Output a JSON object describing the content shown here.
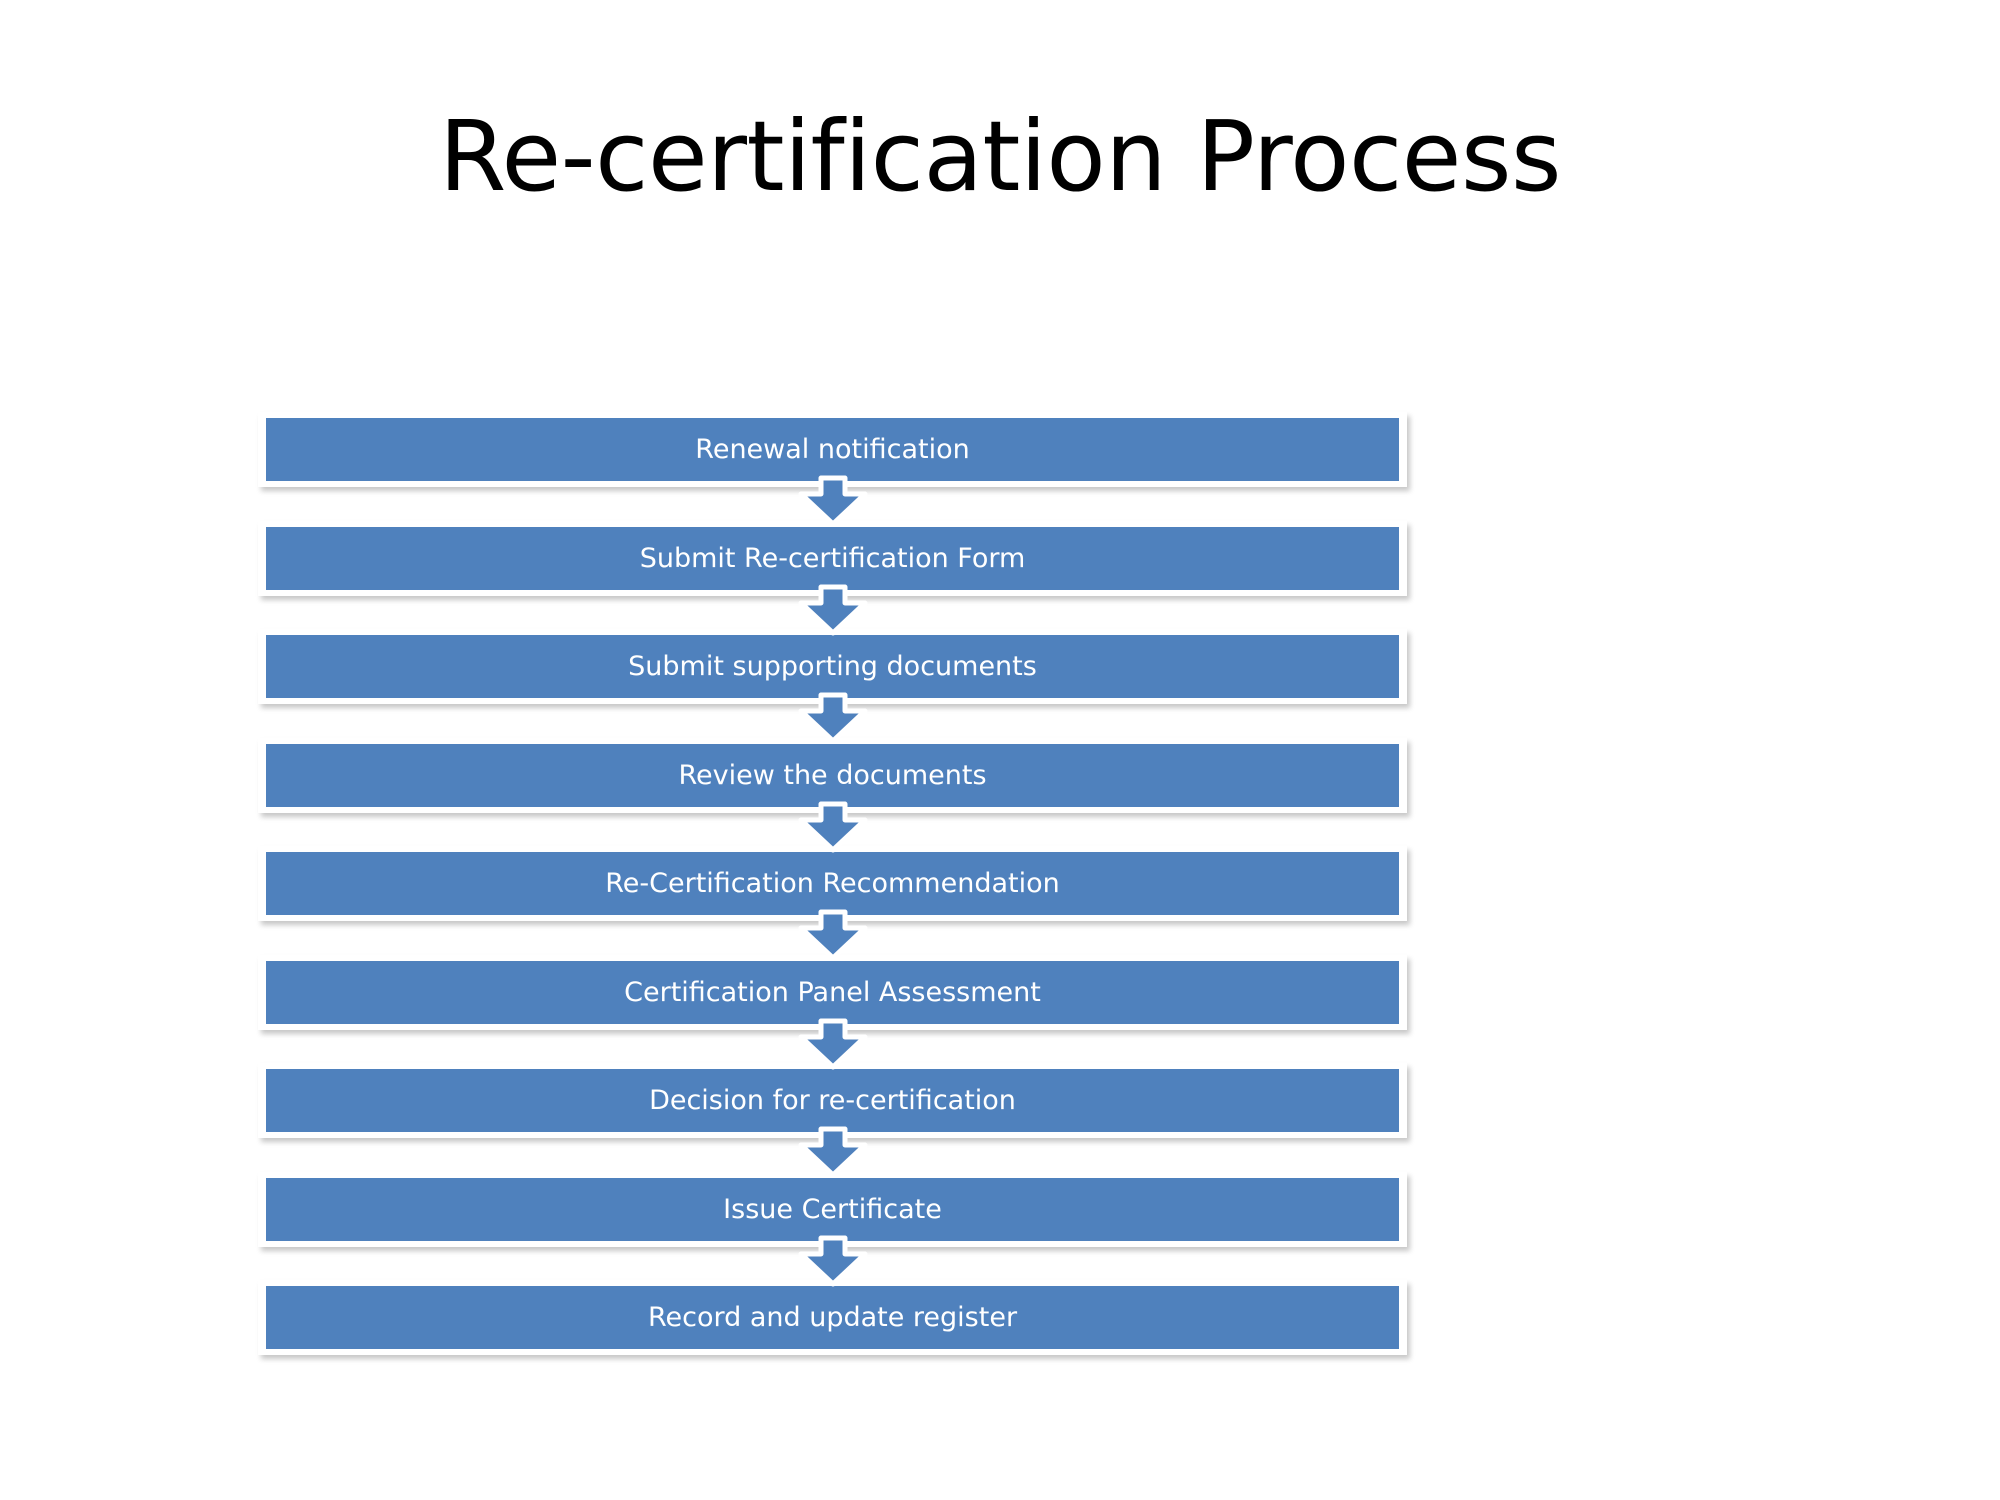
{
  "slide": {
    "title": "Re-certification Process",
    "background_color": "#ffffff",
    "title_color": "#000000"
  },
  "theme": {
    "box_fill": "#4f81bd",
    "box_text_color": "#ffffff",
    "box_outline_color": "#ffffff",
    "connector_fill": "#4f81bd",
    "connector_outline": "#ffffff"
  },
  "flowchart": {
    "type": "vertical-process-flow",
    "orientation": "top-to-bottom",
    "connector_icon": "arrow-down-icon",
    "step_count": 9,
    "steps": [
      {
        "index": 1,
        "label": "Renewal notification"
      },
      {
        "index": 2,
        "label": "Submit Re-certification Form"
      },
      {
        "index": 3,
        "label": "Submit supporting documents"
      },
      {
        "index": 4,
        "label": "Review the documents"
      },
      {
        "index": 5,
        "label": "Re-Certification Recommendation"
      },
      {
        "index": 6,
        "label": "Certification Panel Assessment"
      },
      {
        "index": 7,
        "label": "Decision for re-certification"
      },
      {
        "index": 8,
        "label": "Issue Certificate"
      },
      {
        "index": 9,
        "label": "Record and update register"
      }
    ]
  }
}
